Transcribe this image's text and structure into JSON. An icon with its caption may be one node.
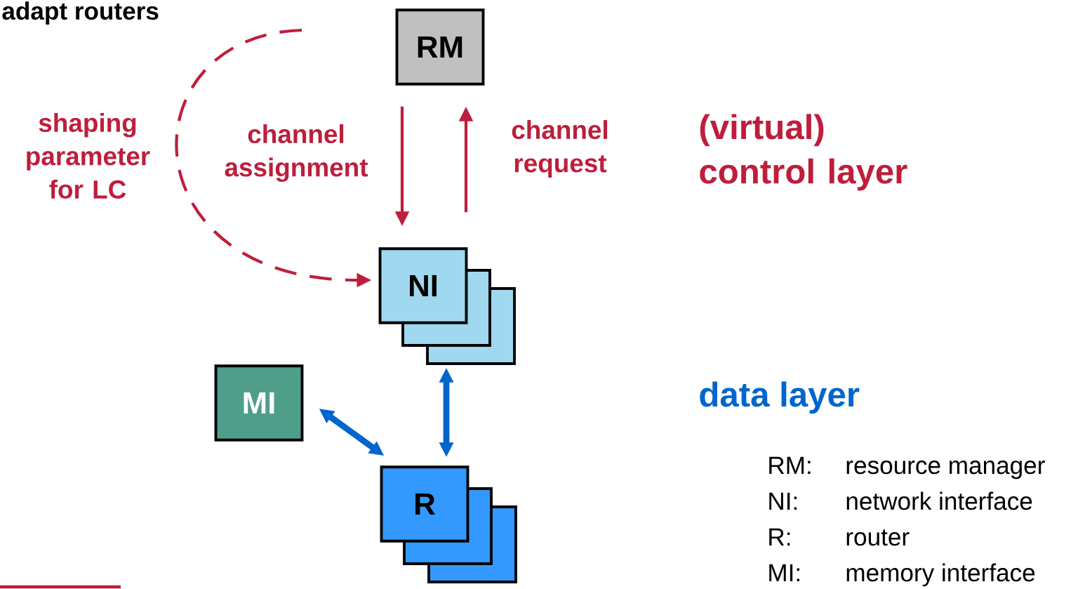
{
  "diagram": {
    "nodes": [
      {
        "text": [
          "RM"
        ]
      },
      {
        "text": [
          "NI"
        ]
      },
      {
        "text": [
          "MI"
        ]
      },
      {
        "text": [
          "R"
        ]
      }
    ],
    "edges": [
      {
        "from": 0,
        "to": 1,
        "arrow": "to",
        "label": "channel assignment",
        "color": "#be1e3c"
      },
      {
        "from": 1,
        "to": 0,
        "arrow": "to",
        "label": "channel request",
        "color": "#be1e3c"
      },
      {
        "from": null,
        "to": 1,
        "arrow": "to",
        "label": "shaping parameter for LC",
        "style": "dashed",
        "color": "#be1e3c"
      },
      {
        "from": 1,
        "to": 3,
        "arrow": "both",
        "style": "thick",
        "color": "#0066cc"
      },
      {
        "from": 2,
        "to": 3,
        "arrow": "both",
        "style": "thick",
        "color": "#0066cc"
      }
    ],
    "labels": [
      "adapt routers",
      "(virtual) control layer",
      "data layer",
      "RM:",
      "resource manager",
      "NI:",
      "network interface",
      "R:",
      "router",
      "MI:",
      "memory interface"
    ]
  }
}
